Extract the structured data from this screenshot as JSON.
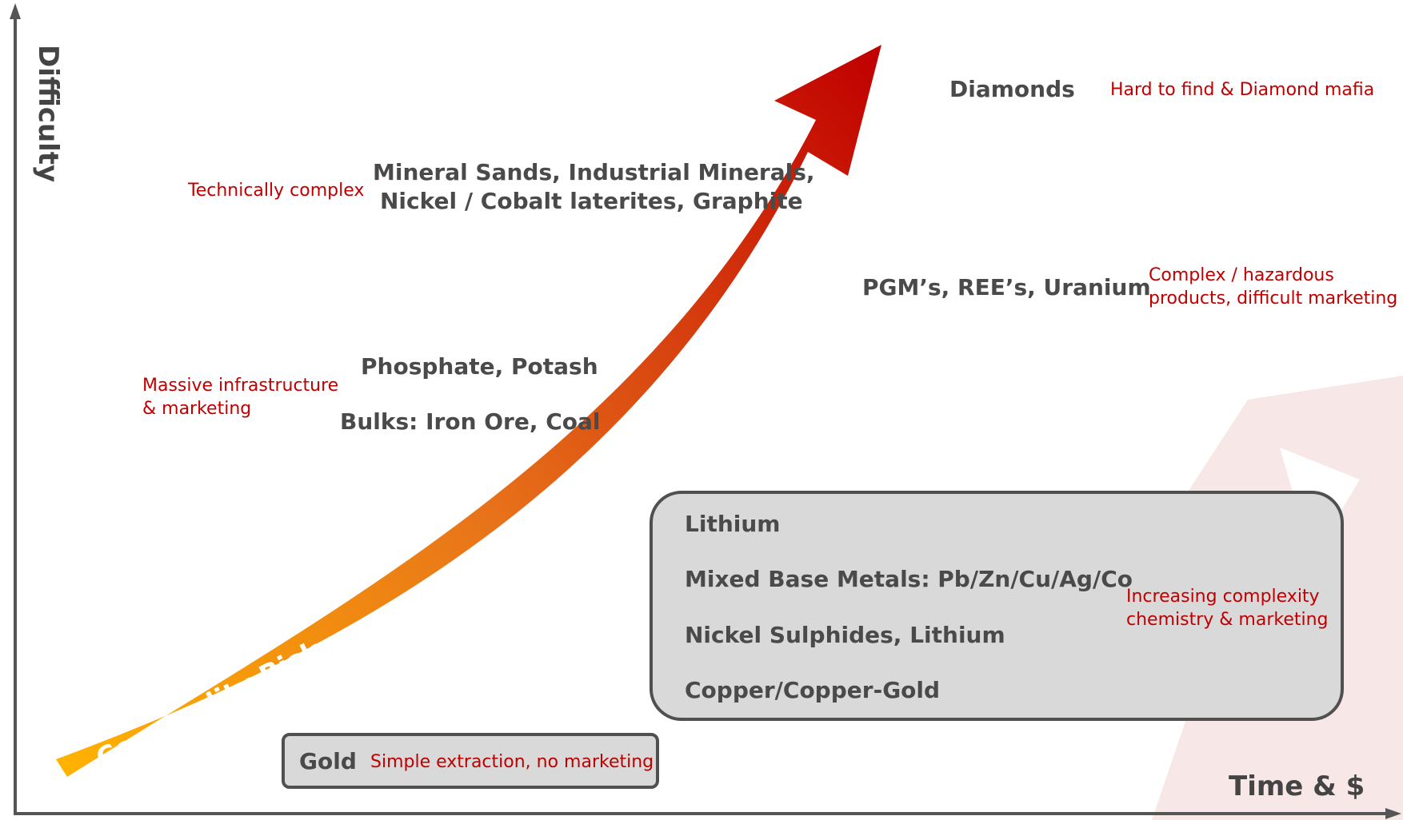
{
  "axes": {
    "y_label": "Difficulty",
    "x_label": "Time & $"
  },
  "arrow": {
    "label": "Commodity Risk",
    "color_start": "#FFB300",
    "color_end": "#C00000"
  },
  "items": {
    "diamonds": {
      "name": "Diamonds",
      "note": "Hard to find & Diamond mafia"
    },
    "mineral_sands": {
      "lines": [
        "Mineral Sands, Industrial Minerals,",
        "Nickel / Cobalt laterites, Graphite"
      ],
      "note": "Technically complex"
    },
    "pgm": {
      "name": "PGM’s, REE’s, Uranium",
      "note_lines": [
        "Complex / hazardous",
        "products, difficult marketing"
      ]
    },
    "phosphate": {
      "name": "Phosphate, Potash"
    },
    "bulks": {
      "name": "Bulks: Iron Ore, Coal"
    },
    "infrastructure_note": {
      "lines": [
        "Massive infrastructure",
        "& marketing"
      ]
    }
  },
  "base_metals_box": {
    "items": [
      "Lithium",
      "Mixed Base Metals: Pb/Zn/Cu/Ag/Co",
      "Nickel Sulphides, Lithium",
      "Copper/Copper-Gold"
    ],
    "note_lines": [
      "Increasing complexity",
      "chemistry & marketing"
    ]
  },
  "gold_box": {
    "name": "Gold",
    "note": "Simple extraction, no marketing"
  },
  "colors": {
    "red_text": "#C00000",
    "dark_text": "#4A4A4A",
    "box_fill": "#D9D9D9",
    "box_border": "#505050",
    "watermark": "#F5E6E6"
  }
}
